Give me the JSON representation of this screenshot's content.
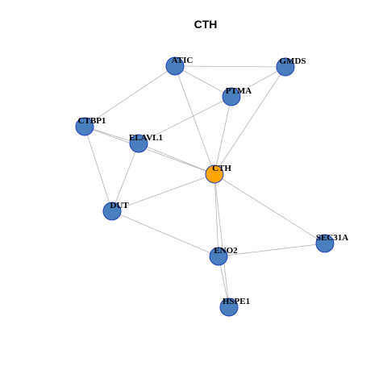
{
  "graph": {
    "title": "CTH",
    "colors": {
      "node": "#4a7fbf",
      "center_node": "#ffa500",
      "node_border": "#1f3fbf",
      "edge": "#b5b5b5"
    },
    "nodes": [
      {
        "id": "ATIC",
        "label": "ATIC",
        "center": false
      },
      {
        "id": "GMDS",
        "label": "GMDS",
        "center": false
      },
      {
        "id": "PTMA",
        "label": "PTMA",
        "center": false
      },
      {
        "id": "CTBP1",
        "label": "CTBP1",
        "center": false
      },
      {
        "id": "ELAVL1",
        "label": "ELAVL1",
        "center": false
      },
      {
        "id": "CTH",
        "label": "CTH",
        "center": true
      },
      {
        "id": "DUT",
        "label": "DUT",
        "center": false
      },
      {
        "id": "SEC31A",
        "label": "SEC31A",
        "center": false
      },
      {
        "id": "ENO2",
        "label": "ENO2",
        "center": false
      },
      {
        "id": "HSPE1",
        "label": "HSPE1",
        "center": false
      }
    ],
    "edges": [
      [
        "ATIC",
        "GMDS"
      ],
      [
        "ATIC",
        "PTMA"
      ],
      [
        "ATIC",
        "CTBP1"
      ],
      [
        "ATIC",
        "CTH"
      ],
      [
        "GMDS",
        "PTMA"
      ],
      [
        "GMDS",
        "CTH"
      ],
      [
        "PTMA",
        "ELAVL1"
      ],
      [
        "PTMA",
        "CTH"
      ],
      [
        "CTBP1",
        "ELAVL1"
      ],
      [
        "CTBP1",
        "CTH"
      ],
      [
        "CTBP1",
        "DUT"
      ],
      [
        "ELAVL1",
        "CTH"
      ],
      [
        "ELAVL1",
        "DUT"
      ],
      [
        "CTH",
        "DUT"
      ],
      [
        "CTH",
        "ENO2"
      ],
      [
        "CTH",
        "HSPE1"
      ],
      [
        "CTH",
        "SEC31A"
      ],
      [
        "DUT",
        "ENO2"
      ],
      [
        "ENO2",
        "SEC31A"
      ],
      [
        "ENO2",
        "HSPE1"
      ]
    ]
  }
}
